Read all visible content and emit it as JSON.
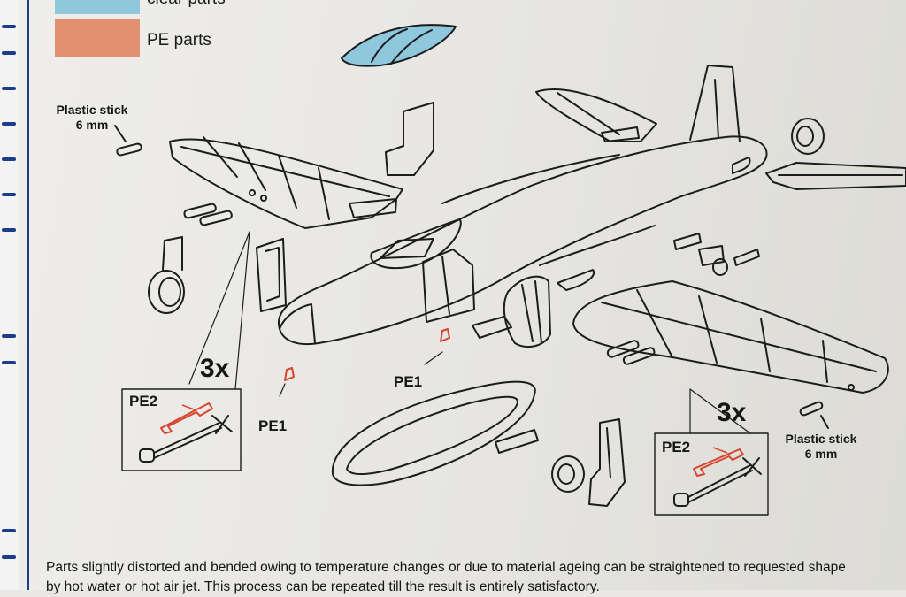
{
  "legend": {
    "items": [
      {
        "label": "clear parts",
        "color": "#8fc7dc"
      },
      {
        "label": "PE parts",
        "color": "#e2906f"
      }
    ]
  },
  "callouts": {
    "plastic_stick_left": {
      "line1": "Plastic stick",
      "line2": "6 mm"
    },
    "plastic_stick_right": {
      "line1": "Plastic stick",
      "line2": "6 mm"
    },
    "pe1_left": "PE1",
    "pe1_center": "PE1",
    "pe2_left": "PE2",
    "pe2_right": "PE2",
    "count_left": "3x",
    "count_right": "3x"
  },
  "footer": {
    "line1": "Parts slightly distorted and bended owing to temperature changes or due to material ageing can be straightened to requested shape",
    "line2": "by hot water or hot air jet. This process can be repeated till the result is entirely satisfactory."
  },
  "colors": {
    "clear_part": "#8fc7dc",
    "pe_part": "#e2906f",
    "ink": "#1a1a1a",
    "accent_blue": "#1c3d8a",
    "pe_marker": "#d6452e"
  }
}
